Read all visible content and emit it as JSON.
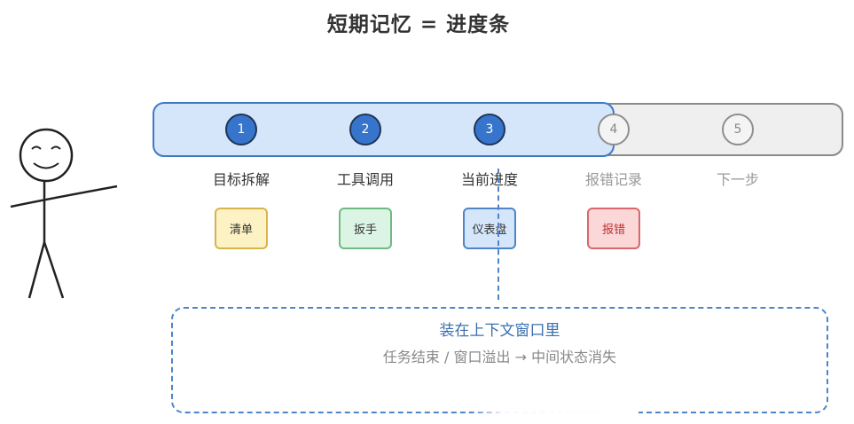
{
  "title": "短期记忆 = 进度条",
  "steps": [
    {
      "number": "1",
      "label": "目标拆解",
      "card": "清单"
    },
    {
      "number": "2",
      "label": "工具调用",
      "card": "扳手"
    },
    {
      "number": "3",
      "label": "当前进度",
      "card": "仪表盘"
    },
    {
      "number": "4",
      "label": "报错记录",
      "card": "报错"
    },
    {
      "number": "5",
      "label": "下一步"
    }
  ],
  "context": {
    "title": "装在上下文窗口里",
    "subtitle": "任务结束 / 窗口溢出 → 中间状态消失"
  },
  "colors": {
    "progress_fill": "#d5e6fb",
    "progress_border": "#3f79c4",
    "step_done": "#3774cc",
    "step_todo": "#f4f4f4",
    "card_yellow": "#fdf2c4",
    "card_green": "#dcf4e4",
    "card_blue": "#d5e6fb",
    "card_red": "#fbd7d8"
  },
  "progress": {
    "completed_steps": 3,
    "total_steps": 5
  }
}
